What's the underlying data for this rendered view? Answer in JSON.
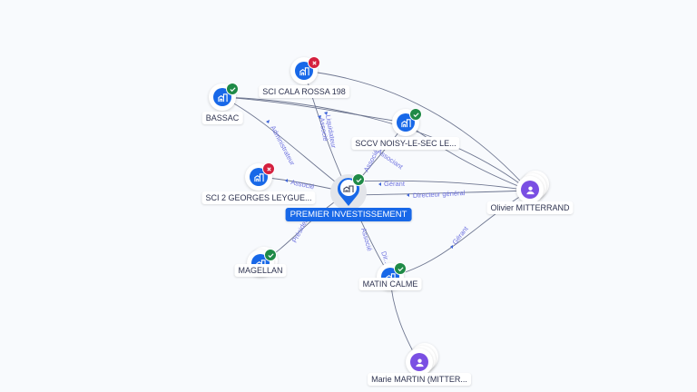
{
  "nodes": [
    {
      "id": "bassac",
      "label": "BASSAC",
      "type": "company",
      "status": "active"
    },
    {
      "id": "calarossa",
      "label": "SCI CALA ROSSA 198",
      "type": "company",
      "status": "inactive"
    },
    {
      "id": "sccv",
      "label": "SCCV NOISY-LE-SEC LE...",
      "type": "company",
      "status": "active"
    },
    {
      "id": "georges",
      "label": "SCI 2 GEORGES LEYGUE...",
      "type": "company",
      "status": "inactive"
    },
    {
      "id": "premier",
      "label": "PREMIER INVESTISSEMENT",
      "type": "company",
      "status": "active",
      "focus": true
    },
    {
      "id": "olivier",
      "label": "Olivier MITTERRAND",
      "type": "person"
    },
    {
      "id": "magellan",
      "label": "MAGELLAN",
      "type": "company",
      "status": "active"
    },
    {
      "id": "matin",
      "label": "MATIN CALME",
      "type": "company",
      "status": "active"
    },
    {
      "id": "marie",
      "label": "Marie MARTIN (MITTER...",
      "type": "person"
    }
  ],
  "edges": [
    {
      "from": "premier",
      "to": "bassac",
      "label": "Administrateur"
    },
    {
      "from": "premier",
      "to": "calarossa",
      "label": "Liquidateur"
    },
    {
      "from": "premier",
      "to": "calarossa",
      "label": "Associé"
    },
    {
      "from": "premier",
      "to": "sccv",
      "label": "Associé"
    },
    {
      "from": "premier",
      "to": "georges",
      "label": "Associé"
    },
    {
      "from": "premier",
      "to": "magellan",
      "label": "Président"
    },
    {
      "from": "premier",
      "to": "matin",
      "label": "Associé"
    },
    {
      "from": "premier",
      "to": "matin",
      "label": "Dir..."
    },
    {
      "from": "olivier",
      "to": "premier",
      "label": "Gérant"
    },
    {
      "from": "olivier",
      "to": "premier",
      "label": "Directeur général"
    },
    {
      "from": "olivier",
      "to": "matin",
      "label": "Gérant"
    },
    {
      "from": "olivier",
      "to": "sccv",
      "label": ""
    },
    {
      "from": "olivier",
      "to": "calarossa",
      "label": ""
    },
    {
      "from": "olivier",
      "to": "bassac",
      "label": ""
    },
    {
      "from": "marie",
      "to": "matin",
      "label": ""
    }
  ],
  "icons": {
    "company": "building-icon",
    "person": "person-icon",
    "active": "check-icon",
    "inactive": "cross-icon"
  },
  "colors": {
    "company": "#1868e8",
    "person": "#7a4fe3",
    "active": "#1f8a47",
    "inactive": "#d4203f",
    "edge_label": "#6f73e0"
  }
}
